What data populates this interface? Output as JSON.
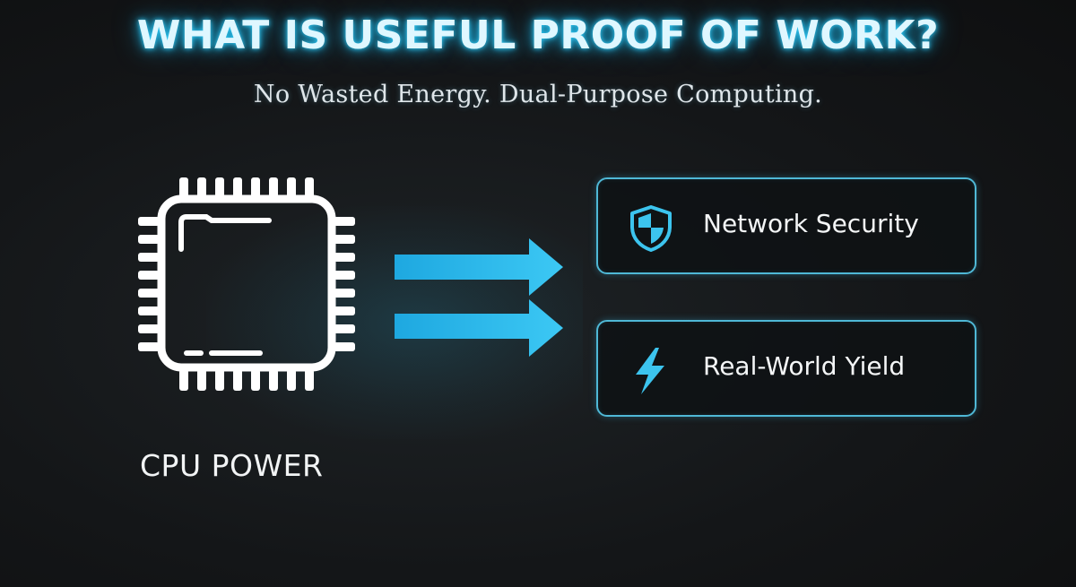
{
  "header": {
    "title": "WHAT IS USEFUL PROOF OF WORK?",
    "subtitle": "No Wasted Energy. Dual-Purpose Computing."
  },
  "source": {
    "label": "CPU POWER",
    "icon": "cpu-chip-icon"
  },
  "outputs": [
    {
      "label": "Network Security",
      "icon": "shield-icon"
    },
    {
      "label": "Real-World Yield",
      "icon": "lightning-bolt-icon"
    }
  ],
  "colors": {
    "background": "#141618",
    "accent": "#33c4f0",
    "card_border": "#4fb8d6",
    "text": "#ffffff"
  }
}
